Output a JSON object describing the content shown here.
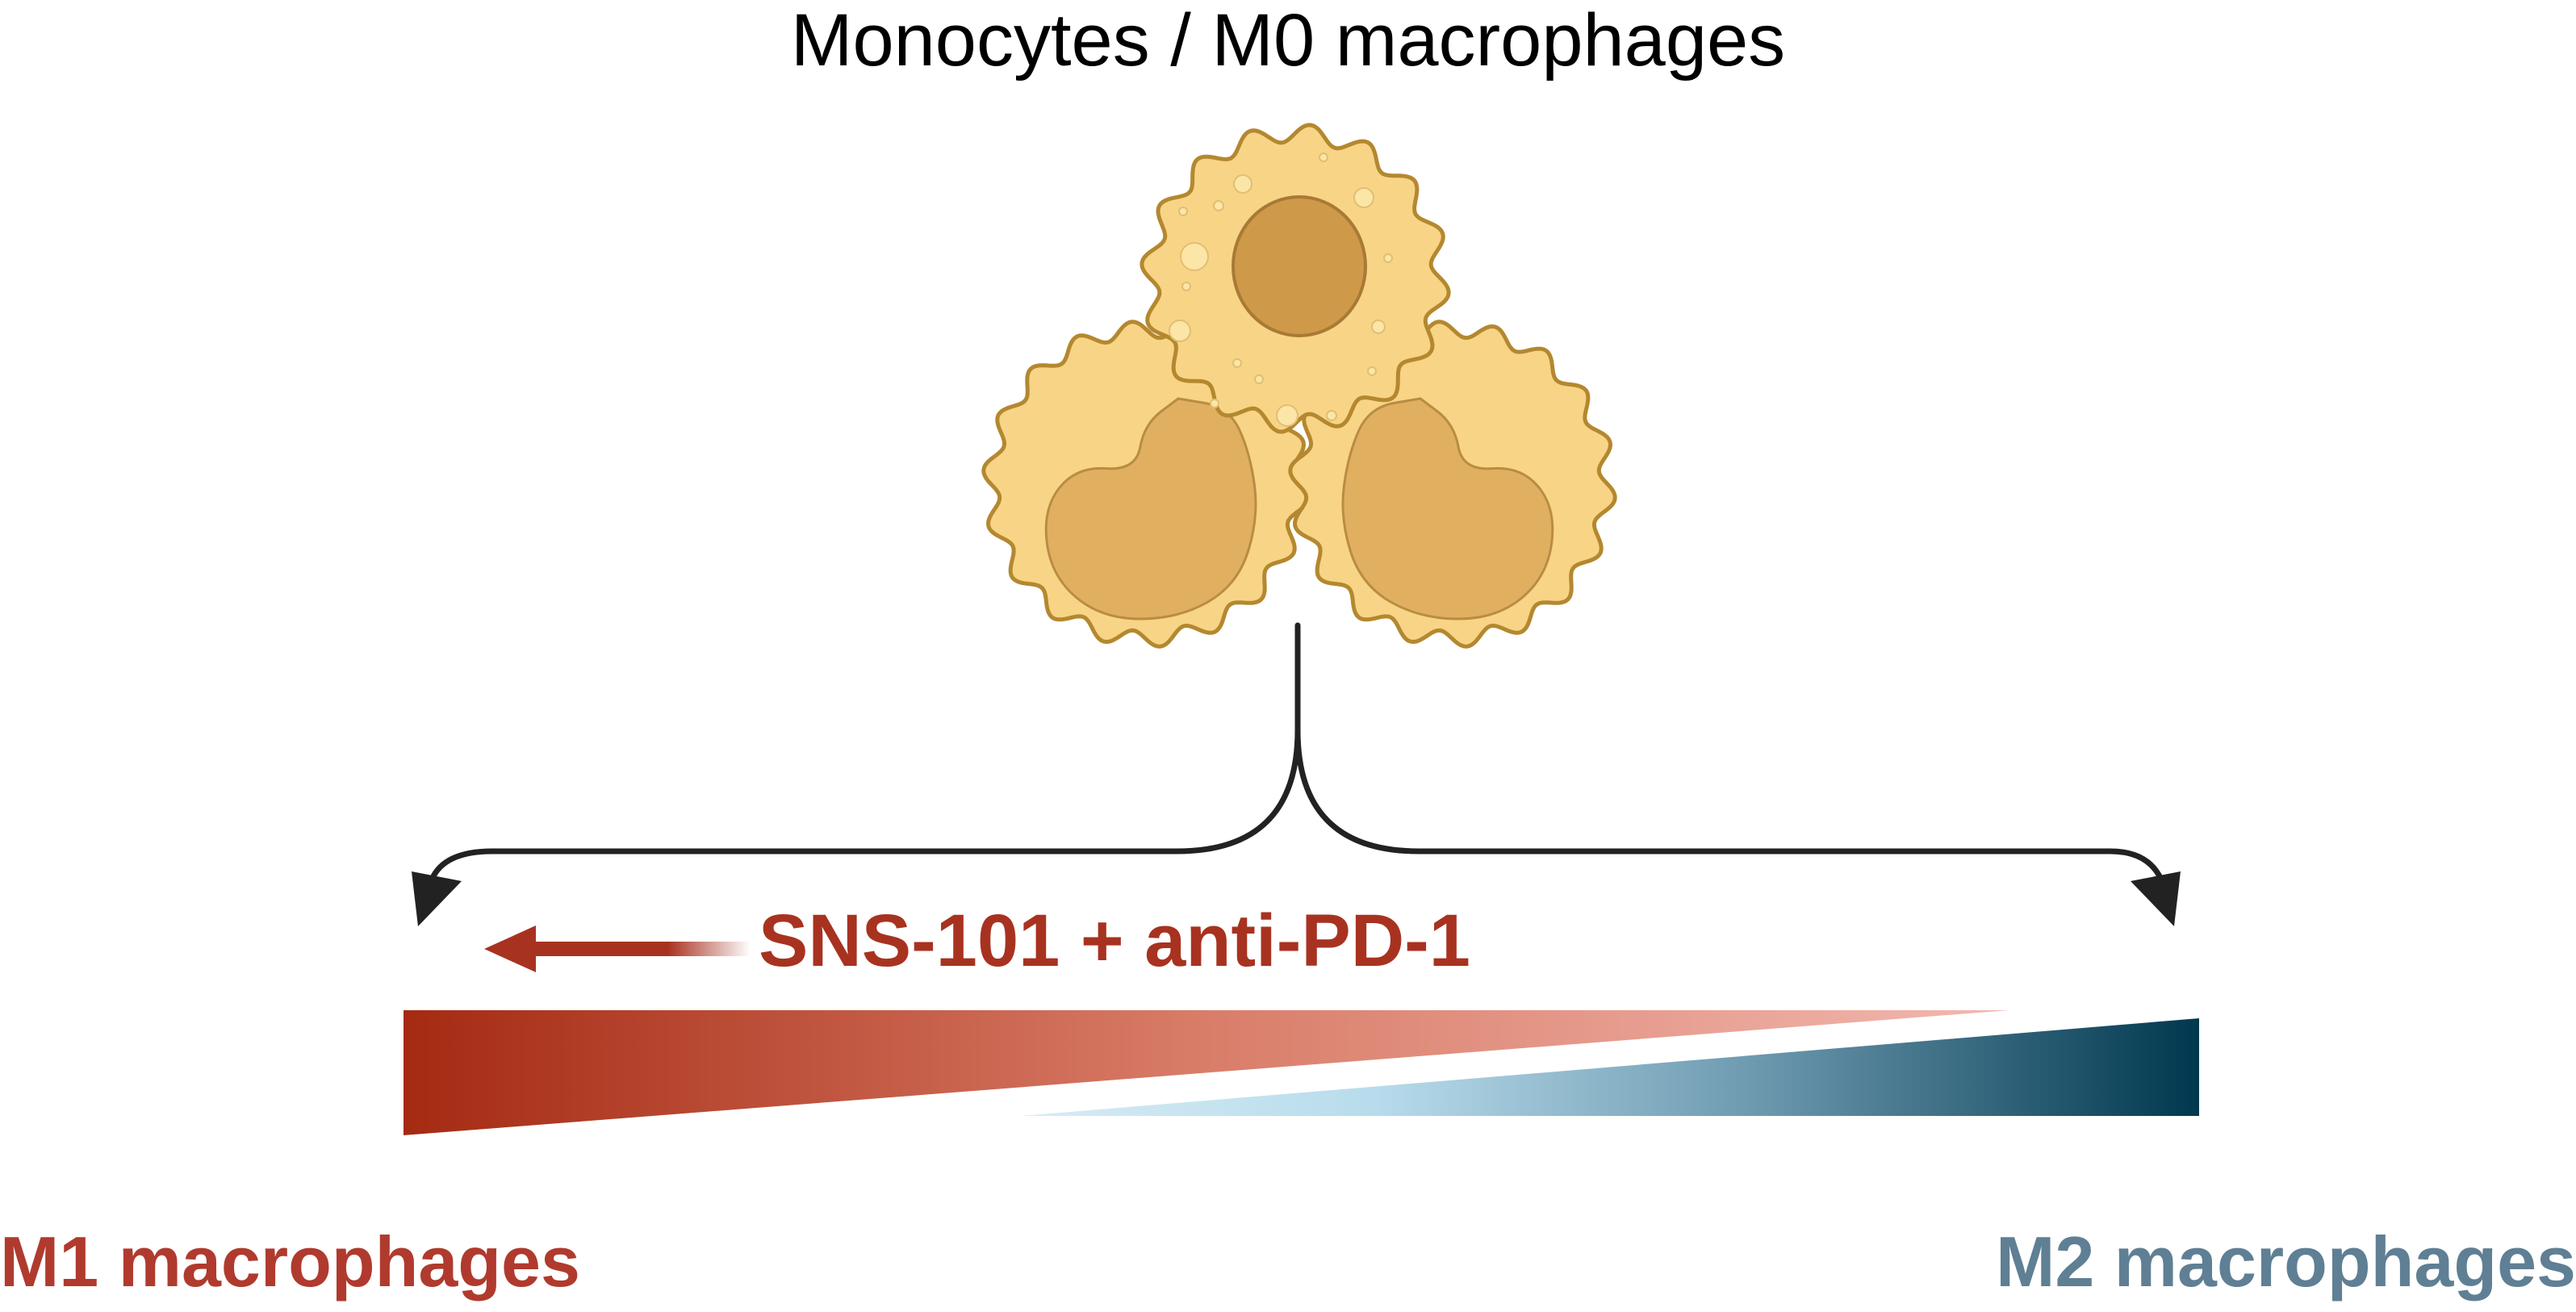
{
  "title": "Monocytes / M0 macrophages",
  "treatment_label": "SNS-101 + anti-PD-1",
  "m1_label": "M1 macrophages",
  "m2_label": "M2 macrophages",
  "colors": {
    "text": "#000000",
    "m1": "#b03a2e",
    "m2": "#5f7f94",
    "treatment": "#a83220",
    "arrow": "#222222",
    "cell_fill": "#f8d487",
    "cell_stroke": "#b4882f",
    "nucleus_fill": "#e0b060",
    "nucleus_dark": "#cf994a",
    "m1_gradient": [
      "#a52a12",
      "#d97d69",
      "#f2b8b0"
    ],
    "m2_gradient": [
      "#b8dcec",
      "#6e9ab0",
      "#00384f"
    ]
  }
}
